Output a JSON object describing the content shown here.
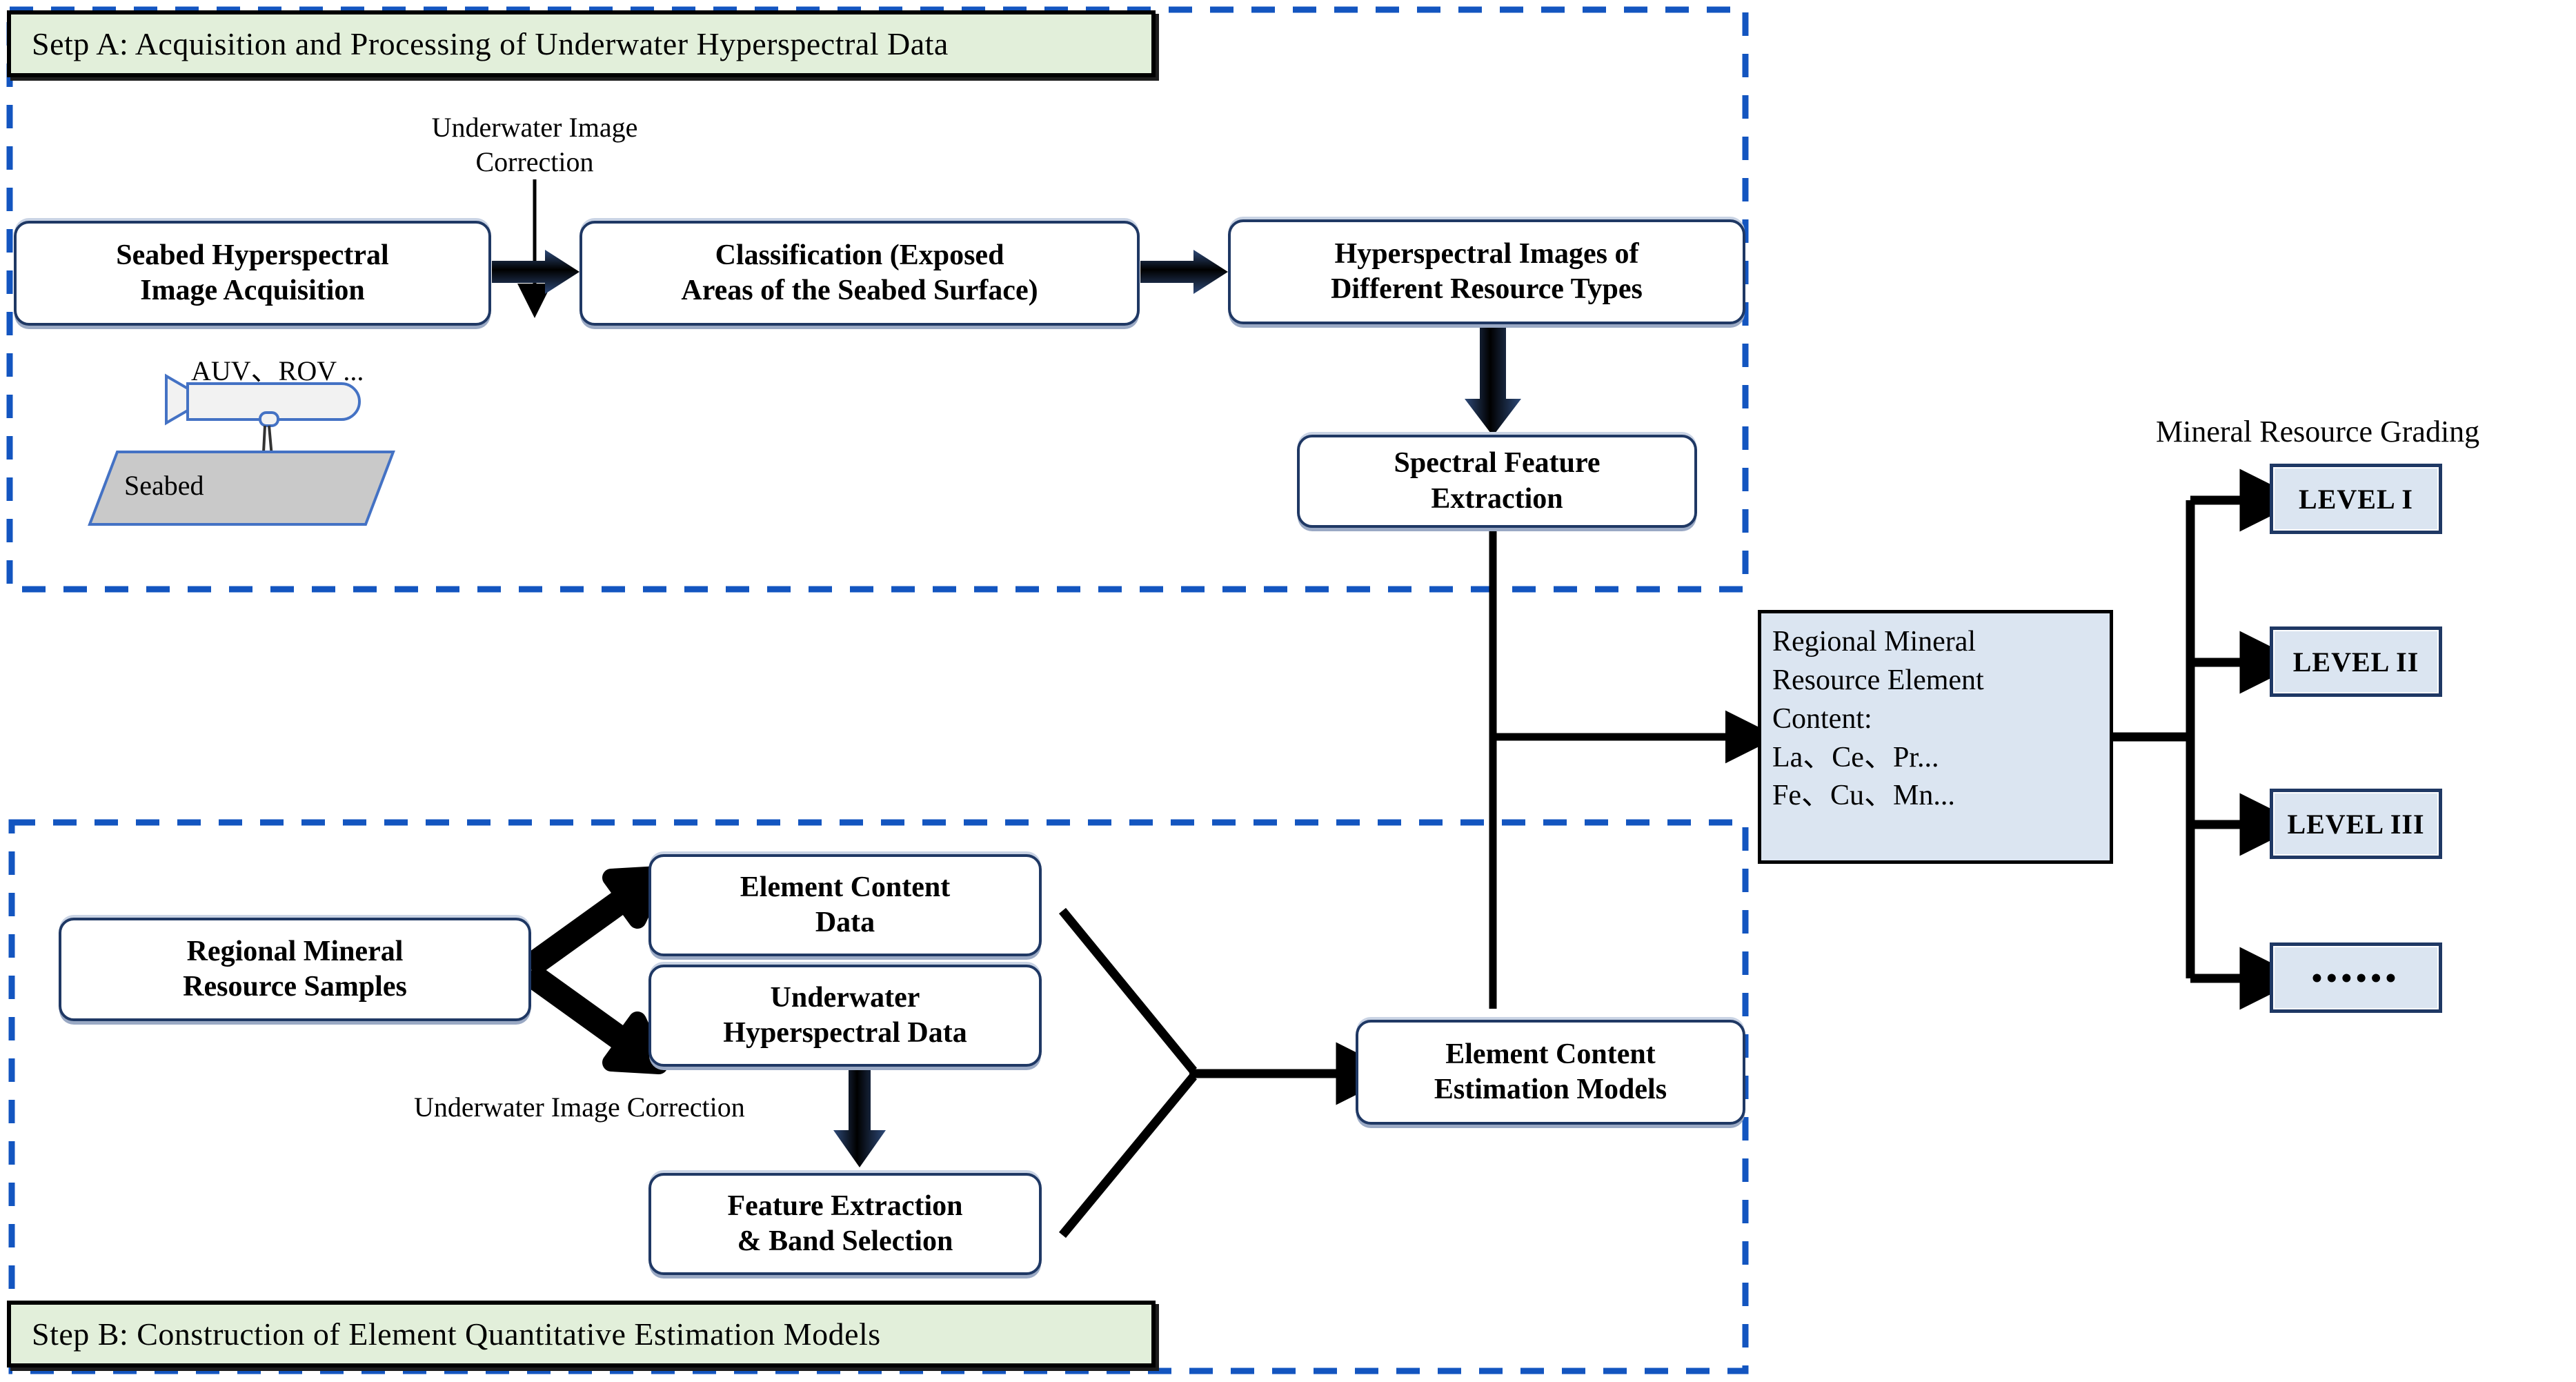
{
  "diagram": {
    "title_typo_note": "Setp A",
    "sections": {
      "step_a": {
        "banner_label": "Setp A: Acquisition and Processing of Underwater Hyperspectral Data",
        "banner_fill": "#e2efda",
        "dashed_border_color": "#1355c0"
      },
      "step_b": {
        "banner_label": "Step B: Construction of Element Quantitative Estimation Models",
        "banner_fill": "#e2efda",
        "dashed_border_color": "#1355c0"
      }
    },
    "nodes": {
      "seabed_acquisition": "Seabed Hyperspectral\nImage Acquisition",
      "classification": "Classification (Exposed\nAreas of the Seabed Surface)",
      "hyperspectral_images": "Hyperspectral Images of\nDifferent Resource Types",
      "spectral_feature_extraction": "Spectral Feature\nExtraction",
      "regional_samples": "Regional Mineral\nResource Samples",
      "element_content_data": "Element Content\nData",
      "underwater_hyperspectral_data": "Underwater\nHyperspectral Data",
      "feature_extraction_band_selection": "Feature Extraction\n& Band Selection",
      "element_content_estimation_models": "Element Content\nEstimation Models"
    },
    "edge_labels": {
      "underwater_image_correction_top": "Underwater Image\nCorrection",
      "underwater_image_correction_bottom": "Underwater Image Correction"
    },
    "illustration": {
      "vehicle_label": "AUV、ROV ...",
      "seabed_label": "Seabed",
      "vehicle_fill": "#f2f2f2",
      "seabed_fill": "#c9c9c9",
      "stroke": "#4472c4"
    },
    "output_panel": {
      "grading_title": "Mineral Resource Grading",
      "content_box": {
        "lines": [
          "Regional Mineral",
          "Resource Element",
          "Content:",
          "La、Ce、Pr...",
          "Fe、Cu、Mn..."
        ],
        "fill": "#dbe5f1",
        "border": "#000000"
      },
      "levels": [
        {
          "label": "LEVEL I"
        },
        {
          "label": "LEVEL II"
        },
        {
          "label": "LEVEL III"
        },
        {
          "label": "••••••"
        }
      ],
      "level_fill": "#dbe5f1",
      "level_border": "#1f3864"
    },
    "colors": {
      "node_border": "#1f3864",
      "arrow_dark": "#0d1b2e",
      "dashed_blue": "#1355c0",
      "banner_green": "#e2efda"
    }
  }
}
